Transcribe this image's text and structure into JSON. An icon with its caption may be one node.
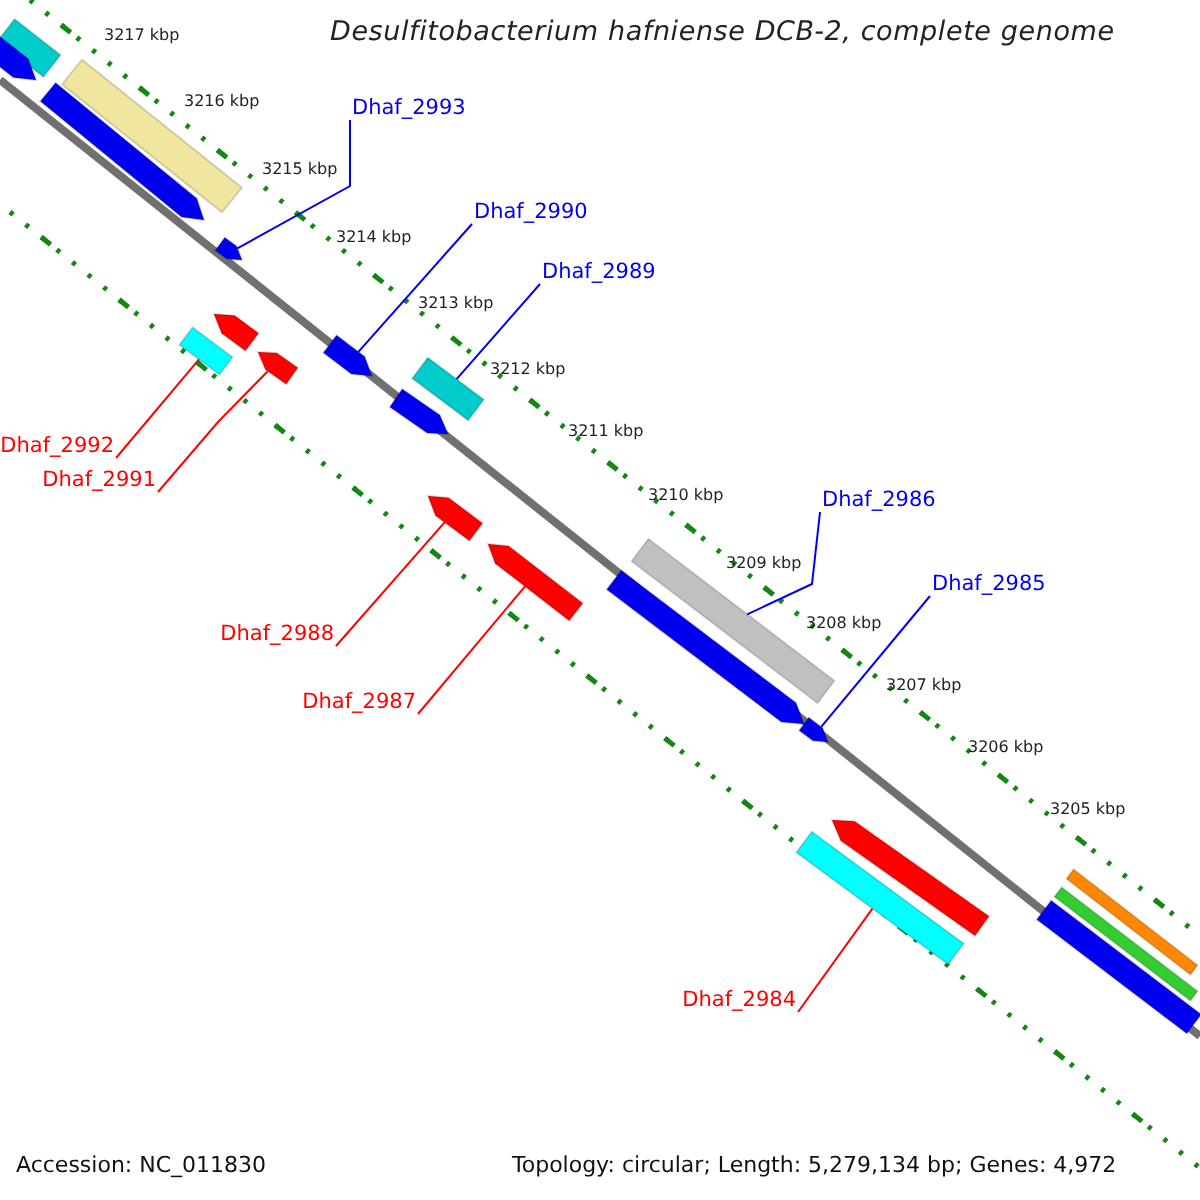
{
  "diagram": {
    "title": "Desulfitobacterium hafniense DCB-2, complete genome",
    "nodes": [
      {
        "text": [
          "Dhaf_2993"
        ]
      },
      {
        "text": [
          "Dhaf_2990"
        ]
      },
      {
        "text": [
          "Dhaf_2989"
        ]
      },
      {
        "text": [
          "Dhaf_2992"
        ]
      },
      {
        "text": [
          "Dhaf_2991"
        ]
      },
      {
        "text": [
          "Dhaf_2986"
        ]
      },
      {
        "text": [
          "Dhaf_2985"
        ]
      },
      {
        "text": [
          "Dhaf_2988"
        ]
      },
      {
        "text": [
          "Dhaf_2987"
        ]
      },
      {
        "text": [
          "Dhaf_2984"
        ]
      },
      {
        "text": [],
        "shape": "bar"
      },
      {
        "text": [],
        "shape": "bar"
      },
      {
        "text": [],
        "shape": "bar"
      },
      {
        "text": [],
        "shape": "bar"
      },
      {
        "text": [],
        "shape": "bar"
      },
      {
        "text": [],
        "shape": "bar"
      },
      {
        "text": [],
        "shape": "bar"
      },
      {
        "text": [],
        "shape": "bar"
      },
      {
        "text": [],
        "shape": "bar"
      },
      {
        "text": [],
        "shape": "bar"
      },
      {
        "text": [],
        "shape": "bar"
      },
      {
        "text": [],
        "shape": "bar"
      },
      {
        "text": [],
        "shape": "bar"
      },
      {
        "text": [],
        "shape": "bar"
      },
      {
        "text": [],
        "shape": "bar"
      },
      {
        "text": [],
        "shape": "bar"
      },
      {
        "text": [],
        "shape": "bar"
      },
      {
        "text": [],
        "shape": "bar"
      },
      {
        "text": [],
        "shape": "bar"
      },
      {
        "text": [],
        "shape": "bar"
      },
      {
        "text": [],
        "shape": "bar"
      }
    ],
    "edges": [
      {
        "from": 0,
        "to": 15,
        "arrow": "none"
      },
      {
        "from": 1,
        "to": 18,
        "arrow": "none"
      },
      {
        "from": 2,
        "to": 20,
        "arrow": "none"
      },
      {
        "from": 3,
        "to": 14,
        "arrow": "none",
        "color": "#ff0000"
      },
      {
        "from": 4,
        "to": 17,
        "arrow": "none",
        "color": "#ff0000"
      },
      {
        "from": 5,
        "to": 24,
        "arrow": "none"
      },
      {
        "from": 6,
        "to": 25,
        "arrow": "none"
      },
      {
        "from": 7,
        "to": 21,
        "arrow": "none",
        "color": "#ff0000"
      },
      {
        "from": 8,
        "to": 22,
        "arrow": "none",
        "color": "#ff0000"
      },
      {
        "from": 9,
        "to": 26,
        "arrow": "none",
        "color": "#ff0000"
      }
    ],
    "labels": [
      "3217 kbp",
      "3216 kbp",
      "3215 kbp",
      "3214 kbp",
      "3213 kbp",
      "3212 kbp",
      "3211 kbp",
      "3210 kbp",
      "3209 kbp",
      "3208 kbp",
      "3207 kbp",
      "3206 kbp",
      "3205 kbp",
      "Accession: NC_011830",
      "Topology: circular; Length: 5,279,134 bp; Genes: 4,972"
    ]
  }
}
